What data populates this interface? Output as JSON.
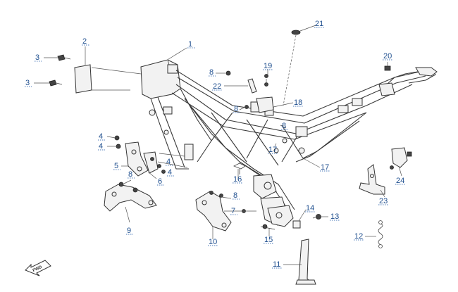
{
  "callouts": [
    {
      "id": "c1",
      "label": "1"
    },
    {
      "id": "c2",
      "label": "2"
    },
    {
      "id": "c3a",
      "label": "3"
    },
    {
      "id": "c3b",
      "label": "3"
    },
    {
      "id": "c4a",
      "label": "4"
    },
    {
      "id": "c4b",
      "label": "4"
    },
    {
      "id": "c4c",
      "label": "4"
    },
    {
      "id": "c4d",
      "label": "4"
    },
    {
      "id": "c5",
      "label": "5"
    },
    {
      "id": "c6",
      "label": "6"
    },
    {
      "id": "c7",
      "label": "7"
    },
    {
      "id": "c8a",
      "label": "8"
    },
    {
      "id": "c8b",
      "label": "8"
    },
    {
      "id": "c8c",
      "label": "8"
    },
    {
      "id": "c8d",
      "label": "8"
    },
    {
      "id": "c8e",
      "label": "8"
    },
    {
      "id": "c9",
      "label": "9"
    },
    {
      "id": "c10",
      "label": "10"
    },
    {
      "id": "c11",
      "label": "11"
    },
    {
      "id": "c12",
      "label": "12"
    },
    {
      "id": "c13",
      "label": "13"
    },
    {
      "id": "c14",
      "label": "14"
    },
    {
      "id": "c15",
      "label": "15"
    },
    {
      "id": "c16",
      "label": "16"
    },
    {
      "id": "c17a",
      "label": "17"
    },
    {
      "id": "c17b",
      "label": "17"
    },
    {
      "id": "c18",
      "label": "18"
    },
    {
      "id": "c19",
      "label": "19"
    },
    {
      "id": "c20",
      "label": "20"
    },
    {
      "id": "c21",
      "label": "21"
    },
    {
      "id": "c22",
      "label": "22"
    },
    {
      "id": "c23",
      "label": "23"
    },
    {
      "id": "c24",
      "label": "24"
    }
  ],
  "direction_badge": {
    "label": "FWD",
    "icon": "forward-arrow-icon"
  },
  "colors": {
    "callout_text": "#1f4f8f",
    "callout_underline": "#4a78b8",
    "line_art": "#333333"
  }
}
